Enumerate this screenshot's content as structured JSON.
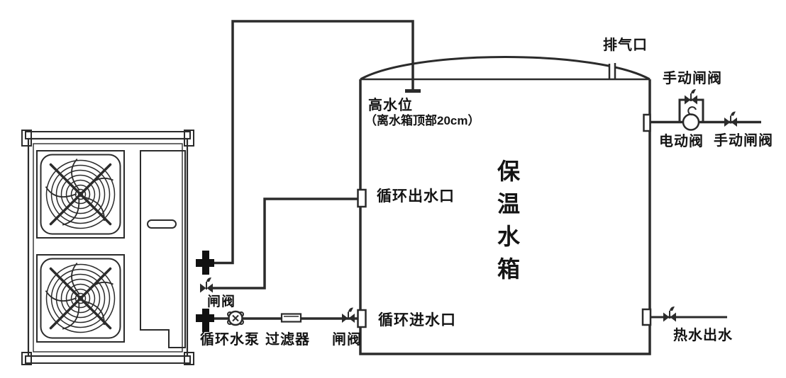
{
  "colors": {
    "line": "#2b2b2b",
    "text": "#141414",
    "background": "#ffffff"
  },
  "tank": {
    "name_vertical": "保\n温\n水\n箱",
    "vent_label": "排气口",
    "high_water_label": "高水位",
    "high_water_note": "（离水箱顶部20cm）",
    "circulation_outlet_label": "循环出水口",
    "circulation_inlet_label": "循环进水口"
  },
  "outlet_line": {
    "bypass_valve_label": "手动闸阀",
    "electric_valve_label": "电动阀",
    "main_valve_label": "手动闸阀"
  },
  "hot_water_line": {
    "label": "热水出水"
  },
  "circulation_loop": {
    "return_valve_label": "闸阀",
    "pump_label": "循环水泵",
    "filter_label": "过滤器",
    "supply_valve_label": "闸阀"
  }
}
